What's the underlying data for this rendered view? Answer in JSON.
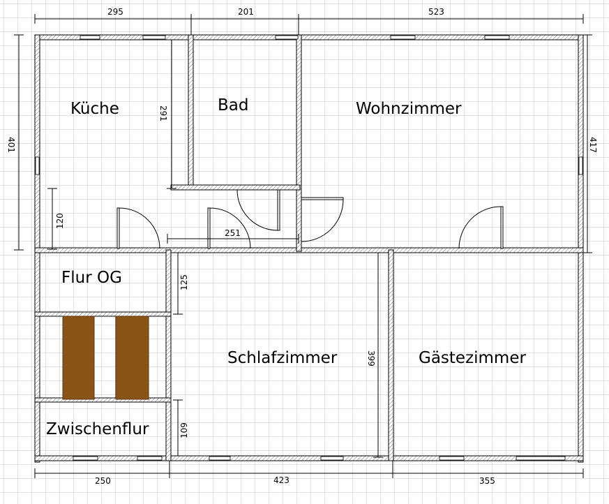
{
  "rooms": {
    "kueche": "Küche",
    "bad": "Bad",
    "wohnzimmer": "Wohnzimmer",
    "flur_og": "Flur OG",
    "schlafzimmer": "Schlafzimmer",
    "gaestezimmer": "Gästezimmer",
    "zwischenflur": "Zwischenflur"
  },
  "dimensions": {
    "top_kueche": "295",
    "top_bad": "201",
    "top_wohnzimmer": "523",
    "left_outer": "401",
    "right_outer": "417",
    "kueche_inner_height": "291",
    "kueche_corridor": "120",
    "corridor_width": "251",
    "flur_height": "125",
    "schlaf_height": "399",
    "zwischenflur_height": "109",
    "bottom_left": "250",
    "bottom_middle": "423",
    "bottom_right": "355"
  },
  "colors": {
    "grid": "#c8c8c8",
    "wall": "#000000",
    "stair": "#8b5417"
  }
}
